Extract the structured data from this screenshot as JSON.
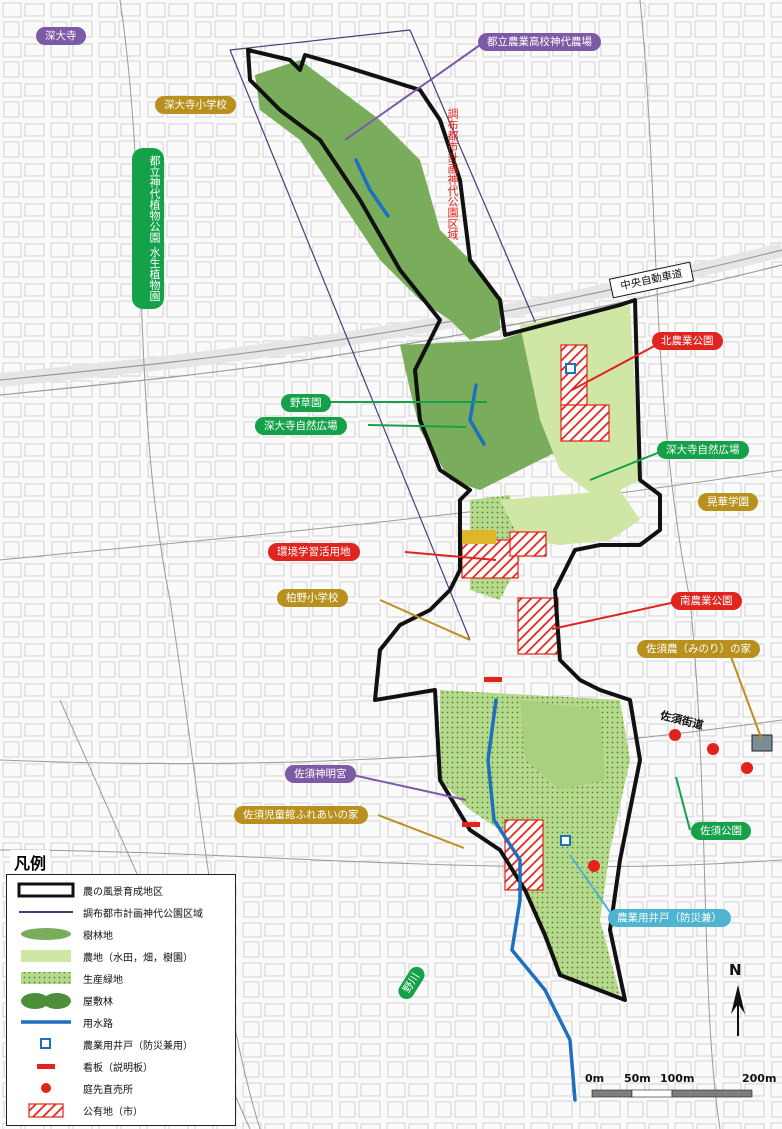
{
  "labels": {
    "fukadaiji": "深大寺",
    "farm_school": "都立農業高校神代農場",
    "fukadaiji_elementary": "深大寺小学校",
    "botanical_garden": "都立神代植物公園 水生植物園",
    "park_area": "調布都市計画神代公園区域",
    "expressway": "中央自動車道",
    "north_farm_park": "北農業公園",
    "wild_grass_garden": "野草園",
    "fukadaiji_nature_plaza_left": "深大寺自然広場",
    "fukadaiji_nature_plaza_right": "深大寺自然広場",
    "akira_gakuen": "晃華学園",
    "environment_study_land": "環境学習活用地",
    "kashino_elementary": "柏野小学校",
    "south_farm_park": "南農業公園",
    "sasu_farm_house": "佐須農（みのり）の家",
    "sasu_kaido": "佐須街道",
    "sasu_shrine": "佐須神明宮",
    "sasu_children_house": "佐須児童館ふれあいの家",
    "sasu_park": "佐須公園",
    "farm_well": "農業用井戸（防災兼）",
    "nogawa": "野川"
  },
  "legend": {
    "title": "凡例",
    "items": [
      {
        "symbol": "district-outline",
        "text": "農の風景育成地区"
      },
      {
        "symbol": "park-boundary-line",
        "text": "調布都市計画神代公園区域"
      },
      {
        "symbol": "woodland",
        "text": "樹林地"
      },
      {
        "symbol": "farmland",
        "text": "農地（水田，畑，樹園）"
      },
      {
        "symbol": "productive-green",
        "text": "生産緑地"
      },
      {
        "symbol": "homestead-forest",
        "text": "屋敷林"
      },
      {
        "symbol": "waterway",
        "text": "用水路"
      },
      {
        "symbol": "farm-well",
        "text": "農業用井戸（防災兼用）"
      },
      {
        "symbol": "signboard",
        "text": "看板（説明板）"
      },
      {
        "symbol": "direct-sales",
        "text": "庭先直売所"
      },
      {
        "symbol": "public-land",
        "text": "公有地（市）"
      }
    ]
  },
  "scale": {
    "labels": [
      "0m",
      "50m",
      "100m",
      "200m"
    ]
  },
  "north": "N",
  "colors": {
    "woodland": "#79ad5c",
    "farmland": "#cfe6a5",
    "productive_green": "#a8d07f",
    "district_outline": "#111111",
    "waterway": "#1e6fc0",
    "public_land": "#e3221b",
    "park_boundary": "#4a3d78",
    "purple": "#7d5aa6",
    "gold": "#b8901d",
    "green": "#15a04a",
    "red": "#e0241f",
    "cyan": "#4fb4cf"
  }
}
